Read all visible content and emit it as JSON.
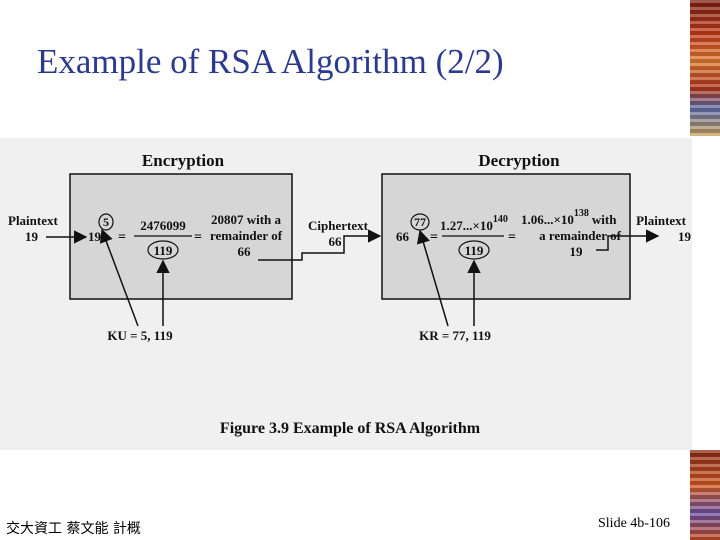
{
  "slide": {
    "title": "Example of RSA Algorithm (2/2)",
    "footer_left": "交大資工 蔡文能 計概",
    "footer_right": "Slide 4b-106"
  },
  "figure": {
    "caption": "Figure 3.9  Example of RSA Algorithm",
    "encryption": {
      "label": "Encryption",
      "input_label": "Plaintext",
      "input_value": "19",
      "input_base": "19",
      "exponent": "5",
      "equals1": "=",
      "numerator": "2476099",
      "modulus": "119",
      "equals2": "=",
      "result_line1": "20807 with a",
      "result_line2": "remainder of",
      "result_line3": "66",
      "key_label": "KU = 5, 119"
    },
    "ciphertext": {
      "label": "Ciphertext",
      "value": "66"
    },
    "decryption": {
      "label": "Decryption",
      "input_base": "66",
      "exponent": "77",
      "equals1": "=",
      "numerator_mantissa": "1.27...×10",
      "numerator_exp": "140",
      "modulus": "119",
      "equals2": "=",
      "result_mantissa": "1.06...×10",
      "result_exp": "138",
      "result_line1_suffix": "with",
      "result_line2": "a remainder of",
      "result_line3": "19",
      "output_label": "Plaintext",
      "output_value": "19",
      "key_label": "KR = 77, 119"
    }
  },
  "colors": {
    "title": "#2b3a8f",
    "box_fill": "#d6d6d6",
    "panel_bg": "#f0f0f0"
  }
}
